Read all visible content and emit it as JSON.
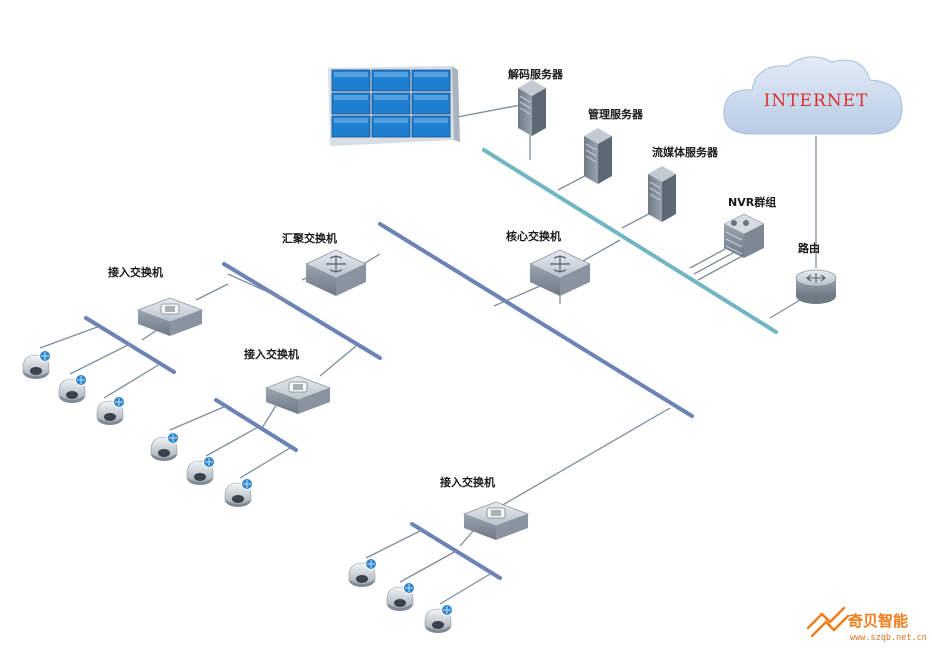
{
  "labels": {
    "decode_server": "解码服务器",
    "mgmt_server": "管理服务器",
    "stream_server": "流媒体服务器",
    "nvr_group": "NVR群组",
    "core_switch": "核心交换机",
    "agg_switch": "汇聚交换机",
    "access_switch_1": "接入交换机",
    "access_switch_2": "接入交换机",
    "access_switch_3": "接入交换机",
    "router": "路由",
    "internet": "INTERNET"
  },
  "watermark": {
    "name": "奇贝智能",
    "url": "www.szqb.net.cn"
  },
  "colors": {
    "bus_blue": "#6d83b5",
    "bus_teal": "#72b6c1",
    "link": "#7e8c9e",
    "video_wall": "#1f7fd0",
    "cloud": "#c9d9ee",
    "internet_text": "#d9322e",
    "watermark": "#f07c1a"
  },
  "icons": [
    "video-wall-icon",
    "server-icon",
    "nvr-icon",
    "switch-icon",
    "router-icon",
    "cloud-icon",
    "camera-icon"
  ]
}
